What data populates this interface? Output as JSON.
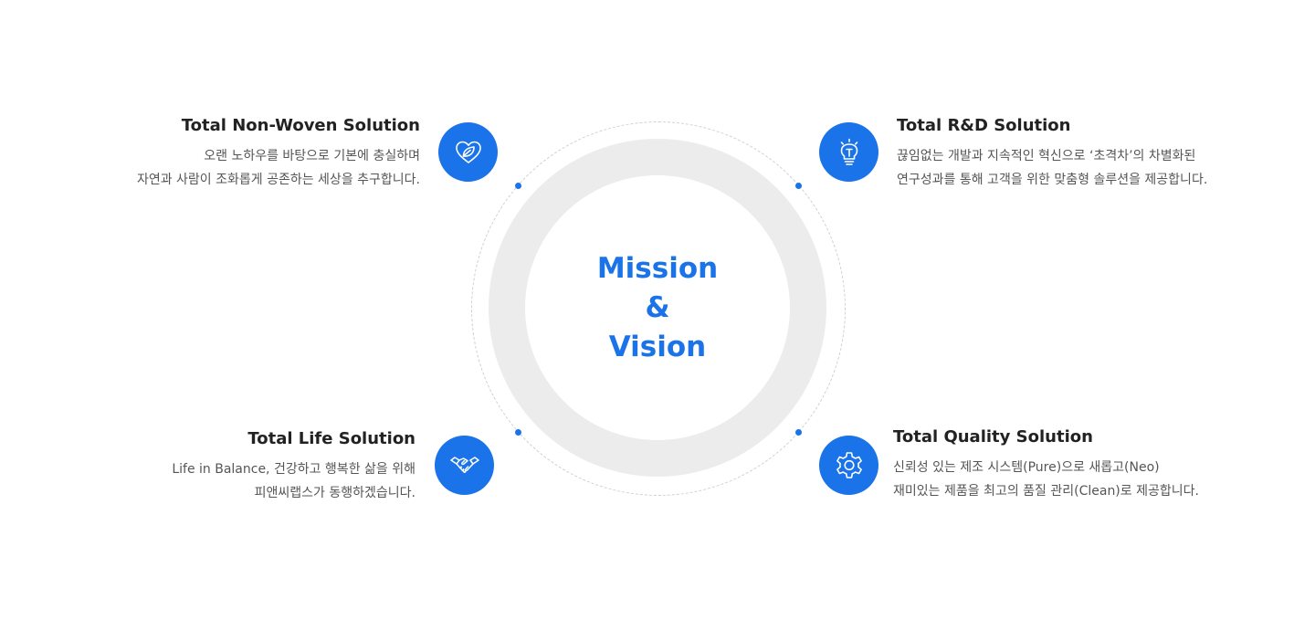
{
  "center": {
    "line1": "Mission",
    "line2": "&",
    "line3": "Vision"
  },
  "items": [
    {
      "title": "Total Non-Woven Solution",
      "line1": "오랜 노하우를 바탕으로 기본에 충실하며",
      "line2": "자연과 사람이 조화롭게 공존하는 세상을 추구합니다.",
      "icon": "heart-leaf-icon"
    },
    {
      "title": "Total R&D Solution",
      "line1": "끊임없는 개발과 지속적인 혁신으로 ‘초격차’의 차별화된",
      "line2": "연구성과를 통해 고객을 위한 맞춤형 솔루션을 제공합니다.",
      "icon": "lightbulb-icon"
    },
    {
      "title": "Total Life Solution",
      "line1": "Life in Balance, 건강하고 행복한 삶을 위해",
      "line2": "피앤씨랩스가 동행하겠습니다.",
      "icon": "handshake-icon"
    },
    {
      "title": "Total Quality Solution",
      "line1": "신뢰성 있는 제조 시스템(Pure)으로 새롭고(Neo)",
      "line2": "재미있는 제품을 최고의 품질 관리(Clean)로 제공합니다.",
      "icon": "gear-icon"
    }
  ],
  "colors": {
    "accent": "#1a73e8",
    "ring": "#ececec",
    "title": "#222222",
    "body": "#555555"
  }
}
